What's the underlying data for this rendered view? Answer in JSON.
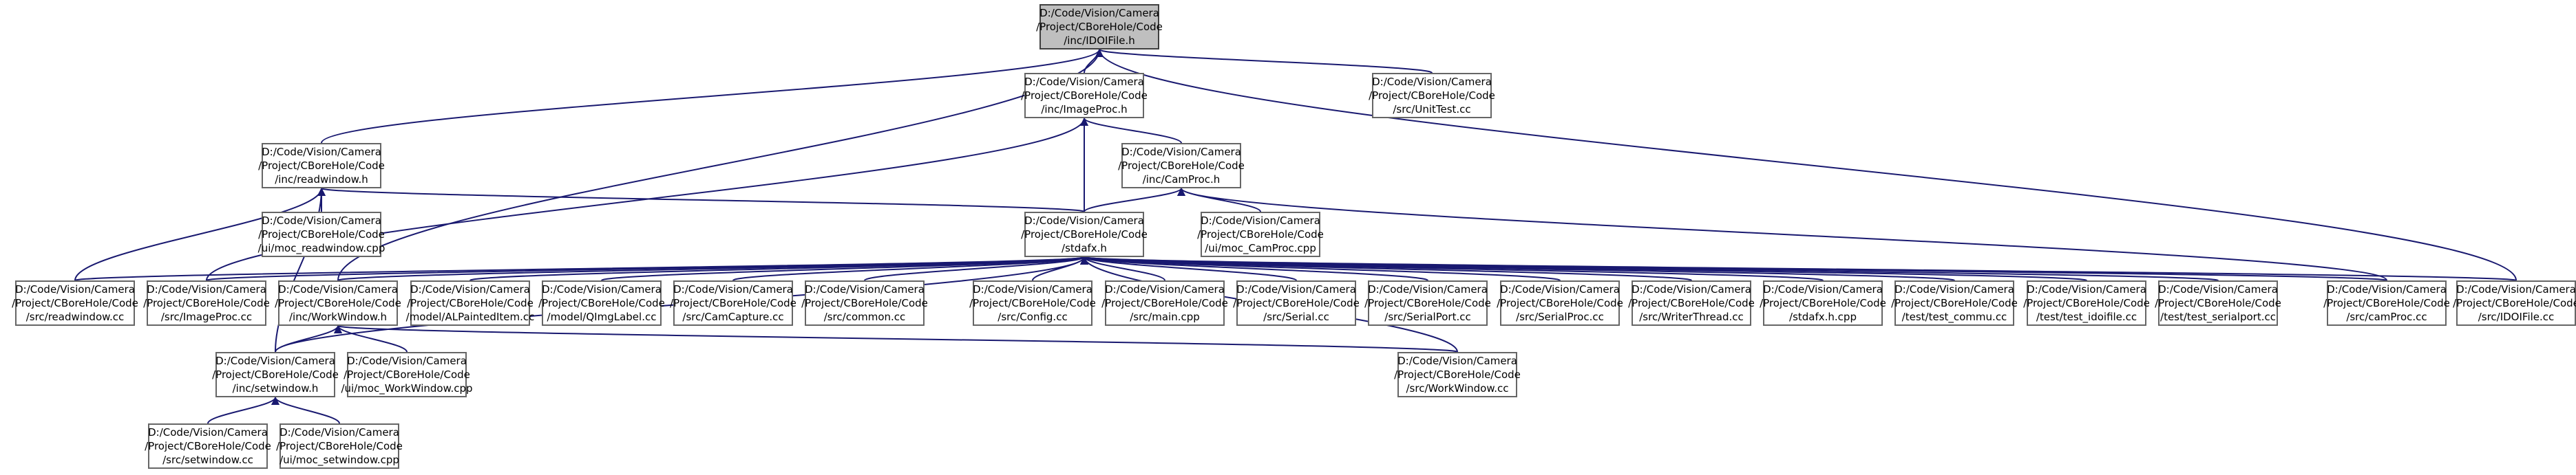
{
  "colors": {
    "edge": "#191970",
    "root_fill": "#bfbfbf",
    "node_border": "#666666"
  },
  "nodes": [
    {
      "id": "root",
      "lines": [
        "D:/Code/Vision/Camera",
        "/Project/CBoreHole/Code",
        "/inc/IDOIFile.h"
      ]
    },
    {
      "id": "imageproc_h",
      "lines": [
        "D:/Code/Vision/Camera",
        "/Project/CBoreHole/Code",
        "/inc/ImageProc.h"
      ]
    },
    {
      "id": "unittest_cc",
      "lines": [
        "D:/Code/Vision/Camera",
        "/Project/CBoreHole/Code",
        "/src/UnitTest.cc"
      ]
    },
    {
      "id": "readwindow_h",
      "lines": [
        "D:/Code/Vision/Camera",
        "/Project/CBoreHole/Code",
        "/inc/readwindow.h"
      ]
    },
    {
      "id": "camproc_h",
      "lines": [
        "D:/Code/Vision/Camera",
        "/Project/CBoreHole/Code",
        "/inc/CamProc.h"
      ]
    },
    {
      "id": "moc_readwindow",
      "lines": [
        "D:/Code/Vision/Camera",
        "/Project/CBoreHole/Code",
        "/ui/moc_readwindow.cpp"
      ]
    },
    {
      "id": "stdafx_h",
      "lines": [
        "D:/Code/Vision/Camera",
        "/Project/CBoreHole/Code",
        "/stdafx.h"
      ]
    },
    {
      "id": "moc_camproc",
      "lines": [
        "D:/Code/Vision/Camera",
        "/Project/CBoreHole/Code",
        "/ui/moc_CamProc.cpp"
      ]
    },
    {
      "id": "readwindow_cc",
      "lines": [
        "D:/Code/Vision/Camera",
        "/Project/CBoreHole/Code",
        "/src/readwindow.cc"
      ]
    },
    {
      "id": "imageproc_cc",
      "lines": [
        "D:/Code/Vision/Camera",
        "/Project/CBoreHole/Code",
        "/src/ImageProc.cc"
      ]
    },
    {
      "id": "workwindow_h",
      "lines": [
        "D:/Code/Vision/Camera",
        "/Project/CBoreHole/Code",
        "/inc/WorkWindow.h"
      ]
    },
    {
      "id": "alpainted",
      "lines": [
        "D:/Code/Vision/Camera",
        "/Project/CBoreHole/Code",
        "/model/ALPaintedItem.cc"
      ]
    },
    {
      "id": "qimglabel",
      "lines": [
        "D:/Code/Vision/Camera",
        "/Project/CBoreHole/Code",
        "/model/QImgLabel.cc"
      ]
    },
    {
      "id": "camcapture",
      "lines": [
        "D:/Code/Vision/Camera",
        "/Project/CBoreHole/Code",
        "/src/CamCapture.cc"
      ]
    },
    {
      "id": "common_cc",
      "lines": [
        "D:/Code/Vision/Camera",
        "/Project/CBoreHole/Code",
        "/src/common.cc"
      ]
    },
    {
      "id": "config_cc",
      "lines": [
        "D:/Code/Vision/Camera",
        "/Project/CBoreHole/Code",
        "/src/Config.cc"
      ]
    },
    {
      "id": "main_cpp",
      "lines": [
        "D:/Code/Vision/Camera",
        "/Project/CBoreHole/Code",
        "/src/main.cpp"
      ]
    },
    {
      "id": "serial_cc",
      "lines": [
        "D:/Code/Vision/Camera",
        "/Project/CBoreHole/Code",
        "/src/Serial.cc"
      ]
    },
    {
      "id": "serialport_cc",
      "lines": [
        "D:/Code/Vision/Camera",
        "/Project/CBoreHole/Code",
        "/src/SerialPort.cc"
      ]
    },
    {
      "id": "serialproc_cc",
      "lines": [
        "D:/Code/Vision/Camera",
        "/Project/CBoreHole/Code",
        "/src/SerialProc.cc"
      ]
    },
    {
      "id": "writerthread_cc",
      "lines": [
        "D:/Code/Vision/Camera",
        "/Project/CBoreHole/Code",
        "/src/WriterThread.cc"
      ]
    },
    {
      "id": "stdafx_cpp",
      "lines": [
        "D:/Code/Vision/Camera",
        "/Project/CBoreHole/Code",
        "/stdafx.h.cpp"
      ]
    },
    {
      "id": "test_commu",
      "lines": [
        "D:/Code/Vision/Camera",
        "/Project/CBoreHole/Code",
        "/test/test_commu.cc"
      ]
    },
    {
      "id": "test_idoifile",
      "lines": [
        "D:/Code/Vision/Camera",
        "/Project/CBoreHole/Code",
        "/test/test_idoifile.cc"
      ]
    },
    {
      "id": "test_serialport",
      "lines": [
        "D:/Code/Vision/Camera",
        "/Project/CBoreHole/Code",
        "/test/test_serialport.cc"
      ]
    },
    {
      "id": "camproc_cc",
      "lines": [
        "D:/Code/Vision/Camera",
        "/Project/CBoreHole/Code",
        "/src/camProc.cc"
      ]
    },
    {
      "id": "idoifile_cc",
      "lines": [
        "D:/Code/Vision/Camera",
        "/Project/CBoreHole/Code",
        "/src/IDOIFile.cc"
      ]
    },
    {
      "id": "setwindow_h",
      "lines": [
        "D:/Code/Vision/Camera",
        "/Project/CBoreHole/Code",
        "/inc/setwindow.h"
      ]
    },
    {
      "id": "moc_workwindow",
      "lines": [
        "D:/Code/Vision/Camera",
        "/Project/CBoreHole/Code",
        "/ui/moc_WorkWindow.cpp"
      ]
    },
    {
      "id": "workwindow_cc",
      "lines": [
        "D:/Code/Vision/Camera",
        "/Project/CBoreHole/Code",
        "/src/WorkWindow.cc"
      ]
    },
    {
      "id": "setwindow_cc",
      "lines": [
        "D:/Code/Vision/Camera",
        "/Project/CBoreHole/Code",
        "/src/setwindow.cc"
      ]
    },
    {
      "id": "moc_setwindow",
      "lines": [
        "D:/Code/Vision/Camera",
        "/Project/CBoreHole/Code",
        "/ui/moc_setwindow.cpp"
      ]
    }
  ],
  "edges": [
    [
      "imageproc_h",
      "root"
    ],
    [
      "unittest_cc",
      "root"
    ],
    [
      "readwindow_h",
      "root"
    ],
    [
      "workwindow_h",
      "root"
    ],
    [
      "idoifile_cc",
      "root"
    ],
    [
      "camproc_h",
      "imageproc_h"
    ],
    [
      "stdafx_h",
      "imageproc_h"
    ],
    [
      "imageproc_cc",
      "imageproc_h"
    ],
    [
      "moc_readwindow",
      "readwindow_h"
    ],
    [
      "stdafx_h",
      "readwindow_h"
    ],
    [
      "readwindow_cc",
      "readwindow_h"
    ],
    [
      "setwindow_h",
      "readwindow_h"
    ],
    [
      "stdafx_h",
      "camproc_h"
    ],
    [
      "moc_camproc",
      "camproc_h"
    ],
    [
      "camproc_cc",
      "camproc_h"
    ],
    [
      "readwindow_cc",
      "stdafx_h"
    ],
    [
      "imageproc_cc",
      "stdafx_h"
    ],
    [
      "workwindow_h",
      "stdafx_h"
    ],
    [
      "alpainted",
      "stdafx_h"
    ],
    [
      "qimglabel",
      "stdafx_h"
    ],
    [
      "camcapture",
      "stdafx_h"
    ],
    [
      "common_cc",
      "stdafx_h"
    ],
    [
      "config_cc",
      "stdafx_h"
    ],
    [
      "main_cpp",
      "stdafx_h"
    ],
    [
      "serial_cc",
      "stdafx_h"
    ],
    [
      "serialport_cc",
      "stdafx_h"
    ],
    [
      "serialproc_cc",
      "stdafx_h"
    ],
    [
      "writerthread_cc",
      "stdafx_h"
    ],
    [
      "stdafx_cpp",
      "stdafx_h"
    ],
    [
      "test_commu",
      "stdafx_h"
    ],
    [
      "test_idoifile",
      "stdafx_h"
    ],
    [
      "test_serialport",
      "stdafx_h"
    ],
    [
      "camproc_cc",
      "stdafx_h"
    ],
    [
      "idoifile_cc",
      "stdafx_h"
    ],
    [
      "setwindow_h",
      "stdafx_h"
    ],
    [
      "workwindow_cc",
      "stdafx_h"
    ],
    [
      "setwindow_h",
      "workwindow_h"
    ],
    [
      "moc_workwindow",
      "workwindow_h"
    ],
    [
      "workwindow_cc",
      "workwindow_h"
    ],
    [
      "setwindow_cc",
      "setwindow_h"
    ],
    [
      "moc_setwindow",
      "setwindow_h"
    ]
  ]
}
